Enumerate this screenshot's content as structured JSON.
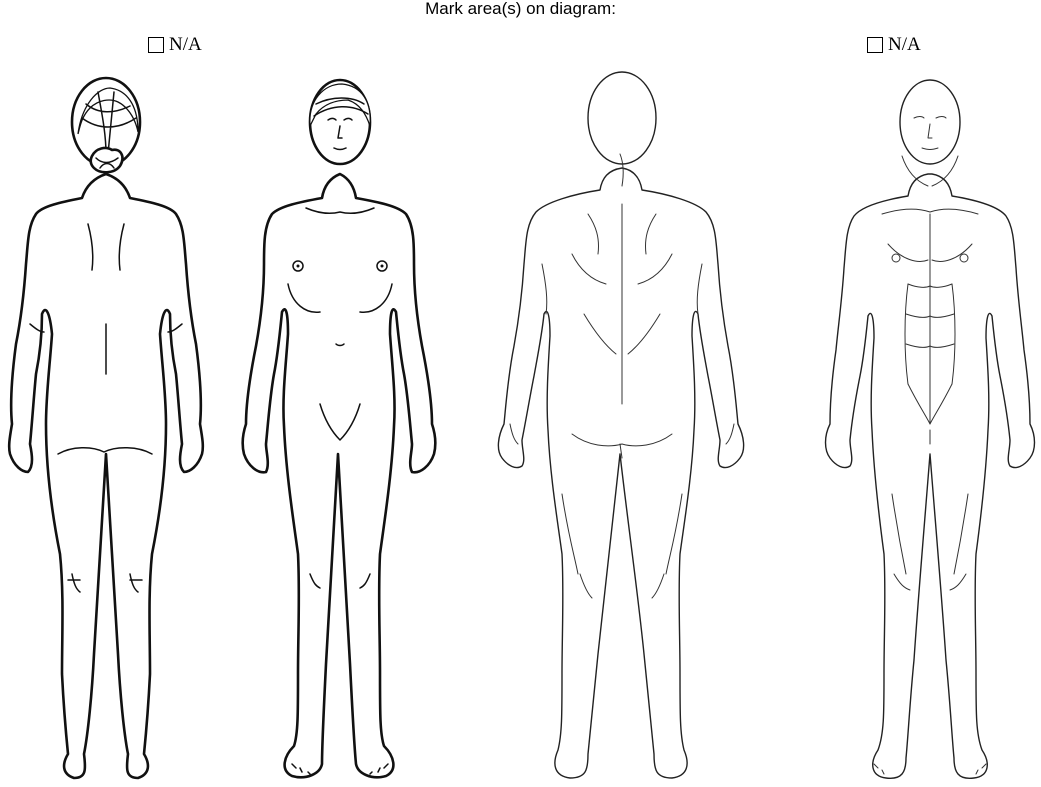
{
  "instruction": "Mark area(s) on diagram:",
  "na_left": {
    "label": "N/A",
    "checked": false
  },
  "na_right": {
    "label": "N/A",
    "checked": false
  },
  "figures": [
    {
      "id": "female-back",
      "icon": "female-body-back-view"
    },
    {
      "id": "female-front",
      "icon": "female-body-front-view"
    },
    {
      "id": "male-back",
      "icon": "male-body-back-view"
    },
    {
      "id": "male-front",
      "icon": "male-body-front-view"
    }
  ]
}
